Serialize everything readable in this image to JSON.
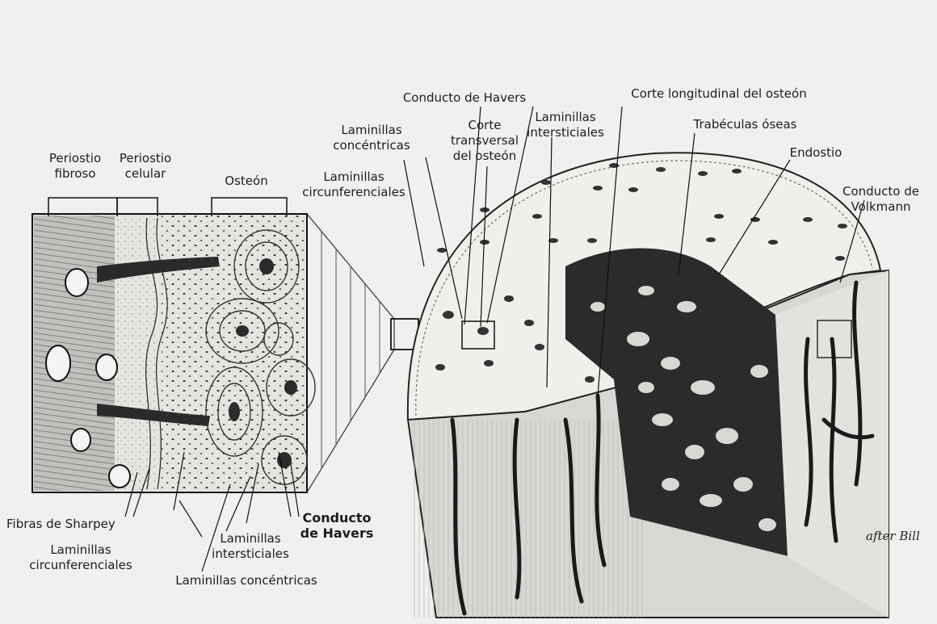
{
  "labels": {
    "periostio_fibroso": "Periostio\nfibroso",
    "periostio_celular": "Periostio\ncelular",
    "osteon": "Osteón",
    "laminillas_circunferenciales_top": "Laminillas\ncircunferenciales",
    "laminillas_concentricas_top": "Laminillas\nconcéntricas",
    "conducto_havers_top": "Conducto de Havers",
    "corte_transversal": "Corte\ntransversal\ndel osteón",
    "laminillas_intersticiales_top": "Laminillas\nintersticiales",
    "corte_longitudinal": "Corte longitudinal del osteón",
    "trabeculas_oseas": "Trabéculas óseas",
    "endostio": "Endostio",
    "conducto_volkmann": "Conducto de\nVolkmann",
    "fibras_sharpey": "Fibras de Sharpey",
    "laminillas_circunferenciales_bottom": "Laminillas\ncircunferenciales",
    "laminillas_intersticiales_bottom": "Laminillas\nintersticiales",
    "conducto_havers_bottom": "Conducto\nde Havers",
    "laminillas_concentricas_bottom": "Laminillas concéntricas"
  },
  "signature": "after Bill"
}
